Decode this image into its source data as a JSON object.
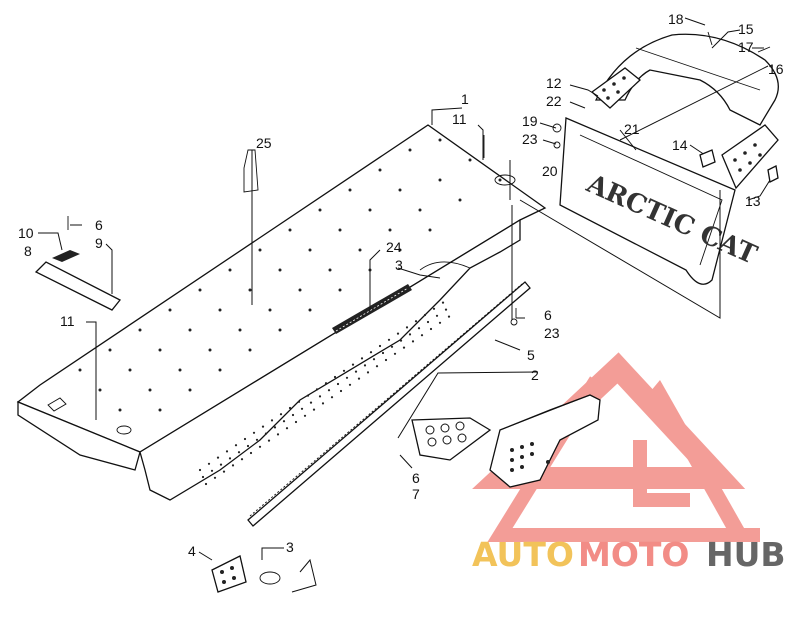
{
  "diagram": {
    "callouts": [
      {
        "id": "c1",
        "text": "1"
      },
      {
        "id": "c11a",
        "text": "11"
      },
      {
        "id": "c25",
        "text": "25"
      },
      {
        "id": "c10",
        "text": "10"
      },
      {
        "id": "c8",
        "text": "8"
      },
      {
        "id": "c6a",
        "text": "6"
      },
      {
        "id": "c9",
        "text": "9"
      },
      {
        "id": "c11b",
        "text": "11"
      },
      {
        "id": "c24",
        "text": "24"
      },
      {
        "id": "c3a",
        "text": "3"
      },
      {
        "id": "c5",
        "text": "5"
      },
      {
        "id": "c6b",
        "text": "6"
      },
      {
        "id": "c23a",
        "text": "23"
      },
      {
        "id": "c2",
        "text": "2"
      },
      {
        "id": "c6c",
        "text": "6"
      },
      {
        "id": "c7",
        "text": "7"
      },
      {
        "id": "c4",
        "text": "4"
      },
      {
        "id": "c3b",
        "text": "3"
      },
      {
        "id": "c18",
        "text": "18"
      },
      {
        "id": "c15",
        "text": "15"
      },
      {
        "id": "c17",
        "text": "17"
      },
      {
        "id": "c16",
        "text": "16"
      },
      {
        "id": "c12",
        "text": "12"
      },
      {
        "id": "c22",
        "text": "22"
      },
      {
        "id": "c19",
        "text": "19"
      },
      {
        "id": "c23b",
        "text": "23"
      },
      {
        "id": "c21",
        "text": "21"
      },
      {
        "id": "c20",
        "text": "20"
      },
      {
        "id": "c14",
        "text": "14"
      },
      {
        "id": "c13",
        "text": "13"
      }
    ],
    "flap_brand": "ARCTIC CAT"
  },
  "watermark": {
    "part1": "AUTO",
    "part2": "MOTO",
    "part3": "HUB",
    "colors": {
      "auto": "#f2c35a",
      "moto": "#f28c86",
      "hub": "#666666",
      "logo": "#f28c86"
    }
  }
}
